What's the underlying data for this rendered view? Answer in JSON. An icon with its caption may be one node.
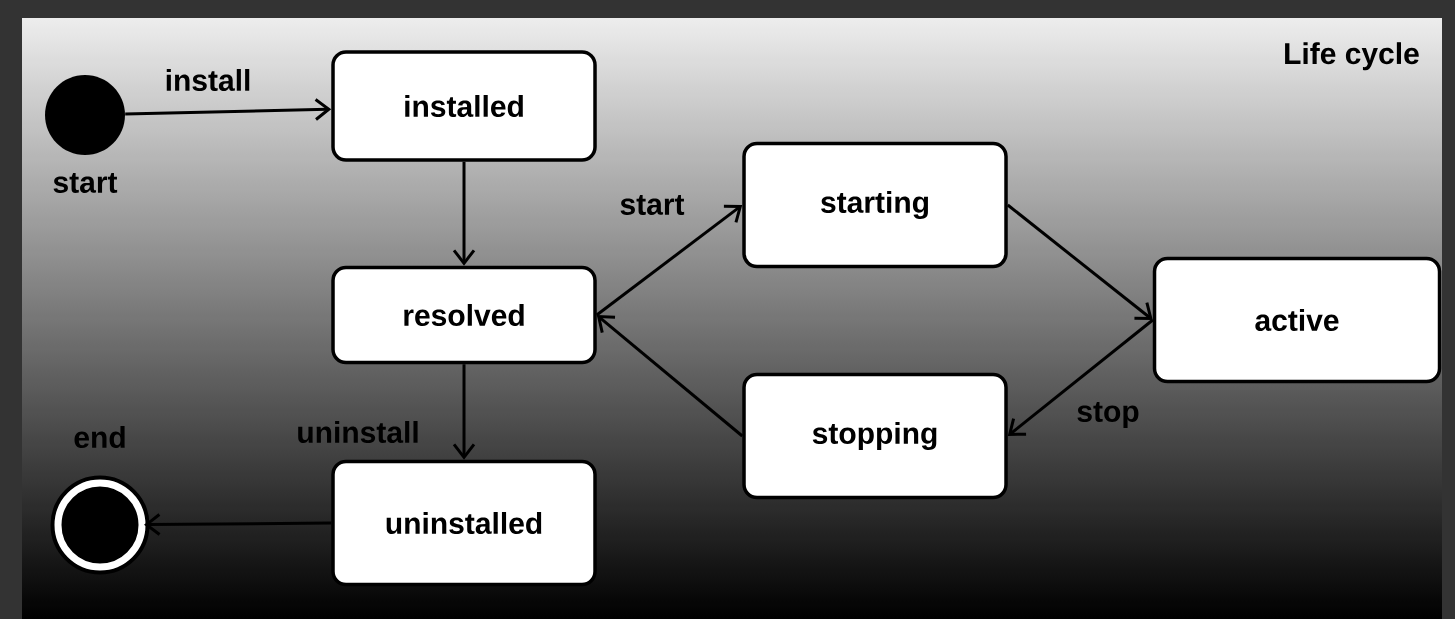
{
  "diagram": {
    "title": "Life cycle",
    "nodes": [
      {
        "text": [],
        "shape": "circle",
        "beside": [
          "start"
        ]
      },
      {
        "text": [
          "installed"
        ]
      },
      {
        "text": [
          "resolved"
        ]
      },
      {
        "text": [
          "starting"
        ]
      },
      {
        "text": [
          "active"
        ]
      },
      {
        "text": [
          "stopping"
        ]
      },
      {
        "text": [
          "uninstalled"
        ]
      },
      {
        "text": [],
        "shape": "bullseye",
        "beside": [
          "end"
        ]
      }
    ],
    "edges": [
      {
        "from": 0,
        "to": 1,
        "arrow": "to",
        "label": "install"
      },
      {
        "from": 1,
        "to": 2,
        "arrow": "to"
      },
      {
        "from": 2,
        "to": 3,
        "arrow": "to",
        "label": "start"
      },
      {
        "from": 3,
        "to": 4,
        "arrow": "to"
      },
      {
        "from": 4,
        "to": 5,
        "arrow": "to",
        "label": "stop"
      },
      {
        "from": 5,
        "to": 2,
        "arrow": "to"
      },
      {
        "from": 2,
        "to": 6,
        "arrow": "to",
        "label": "uninstall"
      },
      {
        "from": 6,
        "to": 7,
        "arrow": "to"
      }
    ]
  }
}
